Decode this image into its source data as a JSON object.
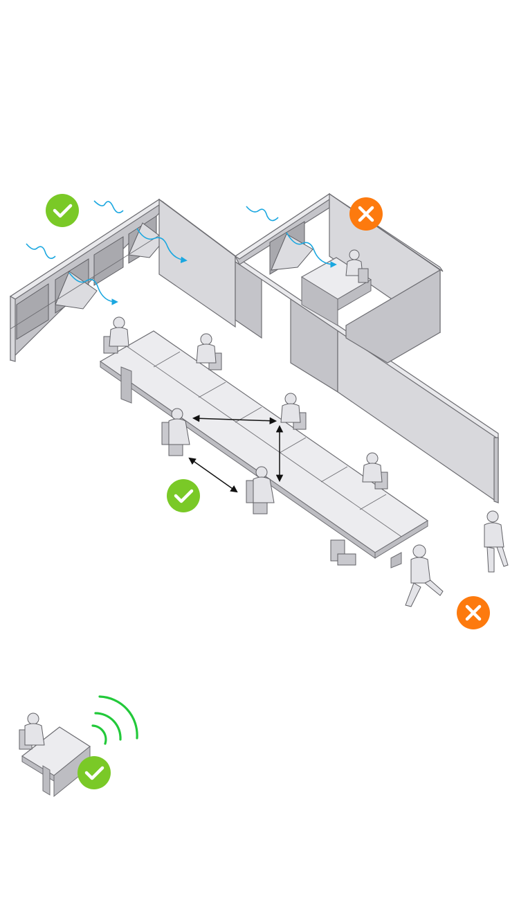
{
  "badges": [
    {
      "id": "window-ventilation",
      "status": "ok",
      "icon": "checkmark-icon"
    },
    {
      "id": "closed-room-ventilation",
      "status": "not-ok",
      "icon": "cross-icon"
    },
    {
      "id": "seat-distancing",
      "status": "ok",
      "icon": "checkmark-icon"
    },
    {
      "id": "walkway-passing",
      "status": "not-ok",
      "icon": "cross-icon"
    },
    {
      "id": "remote-work",
      "status": "ok",
      "icon": "checkmark-icon"
    }
  ],
  "colors": {
    "ok": "#7ac927",
    "not_ok": "#fd7a0e",
    "airflow": "#1aa7e0",
    "signal": "#22c93a",
    "distance_arrow": "#111111"
  }
}
